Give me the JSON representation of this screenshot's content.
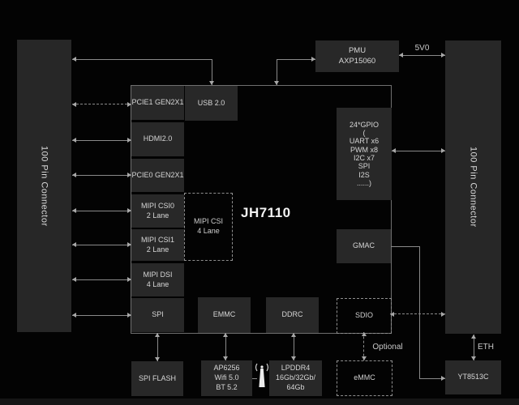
{
  "diagram": {
    "chip_title": "JH7110",
    "left_connector_label": "100 Pin Connector",
    "right_connector_label": "100 Pin Connector",
    "labels": {
      "power": "5V0",
      "eth": "ETH",
      "optional": "Optional"
    },
    "blocks": {
      "pmu": [
        "PMU",
        "AXP15060"
      ],
      "pcie1": "PCIE1 GEN2X1",
      "usb": "USB 2.0",
      "hdmi": "HDMI2.0",
      "pcie0": "PCIE0 GEN2X1",
      "csi0": [
        "MIPI CSI0",
        "2 Lane"
      ],
      "csi1": [
        "MIPI CSI1",
        "2 Lane"
      ],
      "dsi": [
        "MIPI DSI",
        "4 Lane"
      ],
      "spi": "SPI",
      "mipi_csi": [
        "MIPI CSI",
        "4 Lane"
      ],
      "gpio": [
        "24*GPIO",
        "(",
        "UART x6",
        "PWM x8",
        "I2C x7",
        "SPI",
        "I2S",
        "......)"
      ],
      "gmac": "GMAC",
      "emmc_ctrl": "EMMC",
      "ddrc": "DDRC",
      "sdio": "SDIO",
      "spi_flash": "SPI FLASH",
      "wifi": [
        "AP6256",
        "Wifi 5.0",
        "BT 5.2"
      ],
      "lpddr4": [
        "LPDDR4",
        "16Gb/32Gb/",
        "64Gb"
      ],
      "emmc_ext": "eMMC",
      "phy": "YT8513C"
    },
    "colors": {
      "background": "#030303",
      "block_fill": "#282828",
      "wire": "#8a8a8a",
      "chip_border": "#6f6f6f",
      "text": "#d6d6d6"
    }
  }
}
